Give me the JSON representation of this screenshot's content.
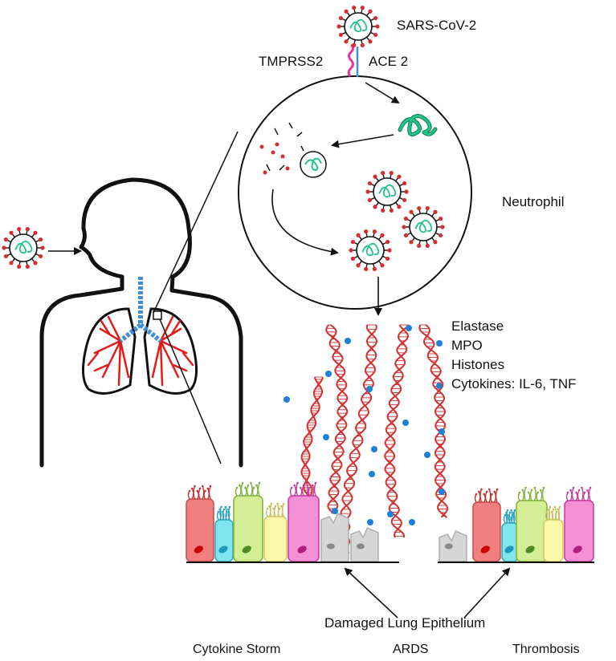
{
  "labels": {
    "virus": "SARS-CoV-2",
    "protease": "TMPRSS2",
    "receptor": "ACE 2",
    "cell": "Neutrophil",
    "damaged": "Damaged Lung Epithelium"
  },
  "mediators": [
    "Elastase",
    "MPO",
    "Histones",
    "Cytokines: IL-6, TNF"
  ],
  "outcomes": [
    "Cytokine Storm",
    "ARDS",
    "Thrombosis"
  ],
  "colors": {
    "outline": "#111111",
    "virus_spike": "#d32f2f",
    "rna": "#22c48a",
    "rna_dark": "#0e7a55",
    "dna_net": "#d32f2f",
    "particles": "#1e7fd6",
    "lung_vessels": "#e31b1b",
    "trachea": "#3f8fd8",
    "tmprss2": "#e8359a",
    "cell_red": "#f08080",
    "cell_cyan": "#7fe6ee",
    "cell_lime": "#d4ee96",
    "cell_yellow": "#fbf7a8",
    "cell_pink": "#f58fd6",
    "cell_grey": "#d6d6d6"
  },
  "icons": [
    "virus-icon",
    "rna-icon",
    "dna-net-icon",
    "human-silhouette-icon",
    "lungs-icon",
    "epithelial-cell-icon",
    "arrow-icon"
  ]
}
